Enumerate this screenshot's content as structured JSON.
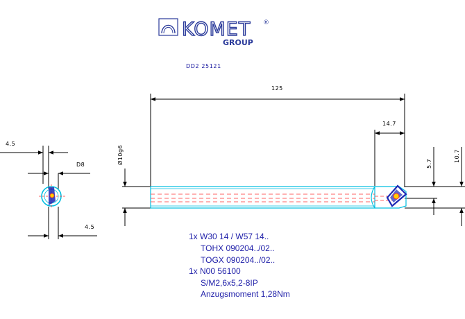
{
  "logo": {
    "brand": "KOMET",
    "registered": "®",
    "group": "GROUP"
  },
  "part_number": "DD2 25121",
  "dimensions": {
    "overall_length": "125",
    "insert_length": "14.7",
    "shank_diameter": "Ø10g6",
    "height_a": "5.7",
    "height_b": "10.7",
    "left_offset": "4.5",
    "d_label": "D8",
    "bottom_offset": "4.5"
  },
  "notes": [
    "1x W30 14 / W57 14..",
    "TOHX 090204../02..",
    "TOGX 090204../02..",
    "1x N00 56100",
    "S/M2,6x5,2-8IP",
    "Anzugsmoment 1,28Nm"
  ],
  "colors": {
    "outline": "#00bfe0",
    "centerline": "#ff3030",
    "insert": "#1a28b4",
    "text": "#2222aa",
    "logo": "#2a3a9a"
  }
}
